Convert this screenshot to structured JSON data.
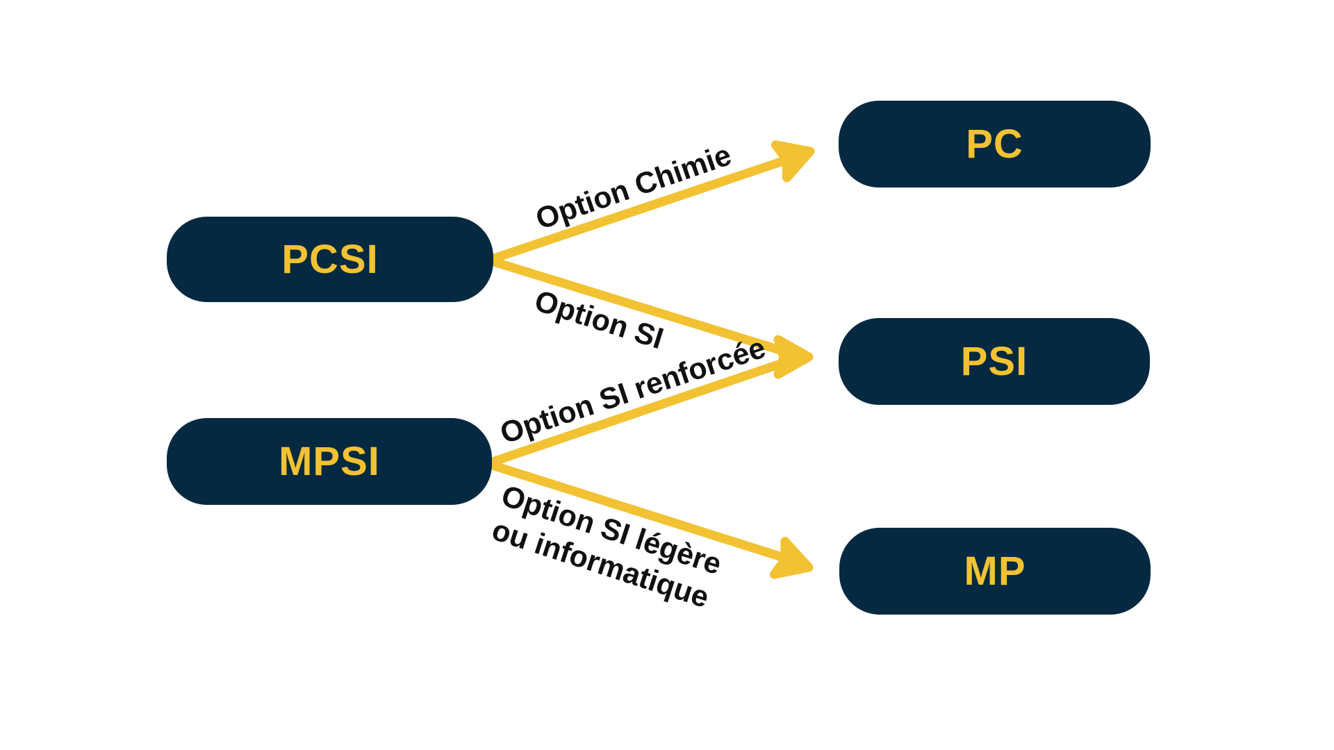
{
  "diagram": {
    "colors": {
      "background": "#ffffff",
      "node_fill": "#042940",
      "node_text": "#F2C233",
      "arrow": "#F2C233",
      "label_text": "#111111"
    },
    "nodes": {
      "pcsi": {
        "label": "PCSI"
      },
      "mpsi": {
        "label": "MPSI"
      },
      "pc": {
        "label": "PC"
      },
      "psi": {
        "label": "PSI"
      },
      "mp": {
        "label": "MP"
      }
    },
    "edges": [
      {
        "from": "PCSI",
        "to": "PC",
        "label": "Option Chimie"
      },
      {
        "from": "PCSI",
        "to": "PSI",
        "label": "Option SI"
      },
      {
        "from": "MPSI",
        "to": "PSI",
        "label": "Option SI renforcée"
      },
      {
        "from": "MPSI",
        "to": "MP",
        "label": "Option SI légère ou informatique",
        "label_lines": [
          "Option SI légère",
          "ou informatique"
        ]
      }
    ]
  }
}
